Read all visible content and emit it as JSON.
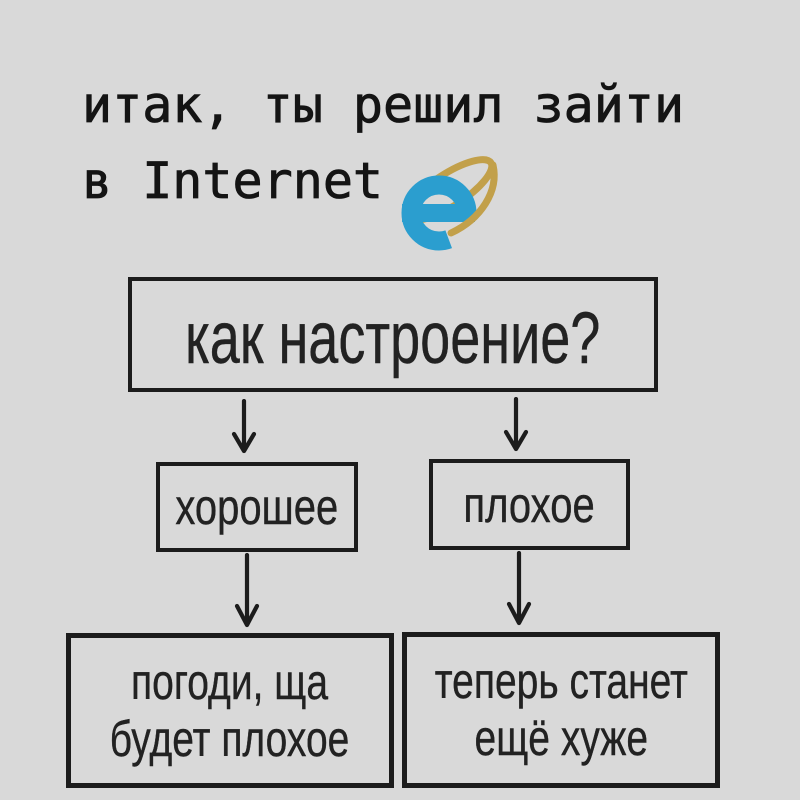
{
  "colors": {
    "bg": "#d9d9d9",
    "ink": "#1c1c1c",
    "text": "#222222",
    "ie_blue": "#2b9ecf",
    "ie_gold": "#c2a04a"
  },
  "title": {
    "line1": "итак, ты решил зайти",
    "line2": "в Internet",
    "icon": "internet-explorer-logo"
  },
  "flowchart": {
    "question": "как настроение?",
    "branches": [
      {
        "mood": "хорошее",
        "outcome_line1": "погоди, ща",
        "outcome_line2": "будет плохое"
      },
      {
        "mood": "плохое",
        "outcome_line1": "теперь станет",
        "outcome_line2": "ещё хуже"
      }
    ]
  }
}
